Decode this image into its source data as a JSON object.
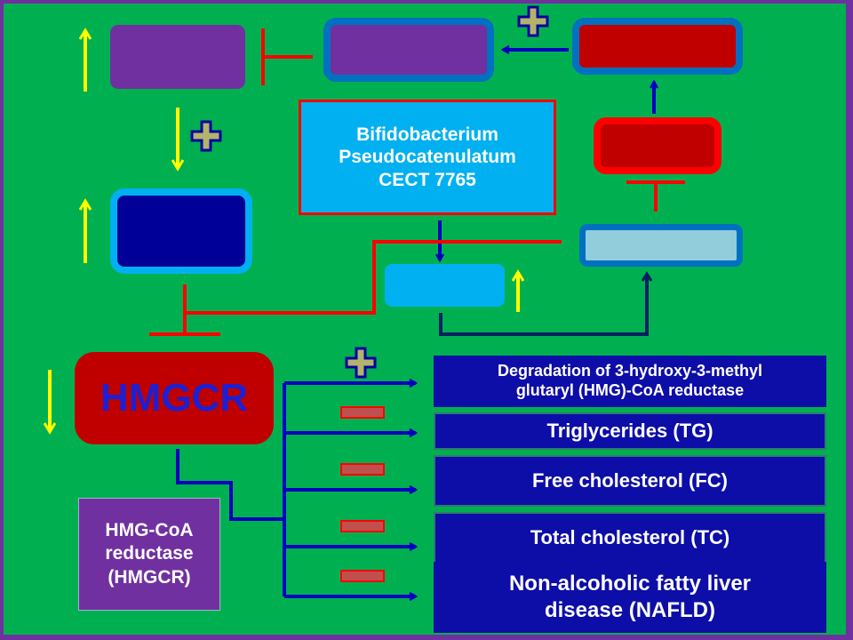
{
  "colors": {
    "background": "#00b050",
    "frame": "#7030a0",
    "purple_box": "#7030a0",
    "dark_red_box": "#c00000",
    "navy_box": "#000099",
    "light_blue_box": "#00b0f0",
    "pale_blue_box": "#92cddc",
    "outcome_box": "#0d0da8",
    "inhibit_line": "#ff0000",
    "activate_line": "#0000c0",
    "up_down_arrow": "#ffff00",
    "plus_sign": "#b3b36b",
    "minus_sign": "#c0504d"
  },
  "probiotic": {
    "lines": [
      "Bifidobacterium",
      "Pseudocatenulatum",
      "CECT 7765"
    ]
  },
  "central": {
    "label": "HMGCR"
  },
  "legend": {
    "lines": [
      "HMG-CoA",
      "reductase",
      "(HMGCR)"
    ]
  },
  "outcomes": [
    {
      "lines": [
        "Degradation of 3-hydroxy-3-methyl",
        "glutaryl  (HMG)-CoA reductase"
      ],
      "effect": "plus"
    },
    {
      "lines": [
        "Triglycerides (TG)"
      ],
      "effect": "minus"
    },
    {
      "lines": [
        "Free cholesterol (FC)"
      ],
      "effect": "minus"
    },
    {
      "lines": [
        "Total cholesterol (TC)"
      ],
      "effect": "minus"
    },
    {
      "lines": [
        "Non-alcoholic fatty liver",
        "disease (NAFLD)"
      ],
      "effect": "minus"
    }
  ],
  "indicators": {
    "purple_box_1": "up",
    "navy_box": "up",
    "hmgcr": "down",
    "light_blue_box": "up",
    "between_purple_and_navy": "down"
  }
}
